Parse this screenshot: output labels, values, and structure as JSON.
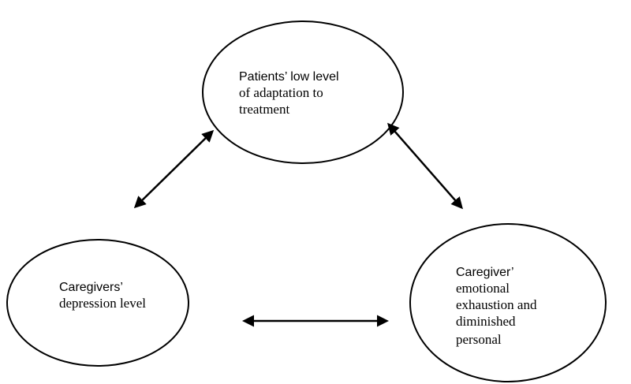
{
  "nodes": {
    "top": {
      "lines": [
        "Patients’ low level",
        "of adaptation to",
        "treatment"
      ]
    },
    "left": {
      "lines": [
        "Caregivers’",
        "depression level"
      ]
    },
    "right": {
      "lines": [
        "Caregiver’",
        "emotional",
        "exhaustion and",
        "diminished",
        "personal"
      ]
    }
  },
  "connectors": [
    {
      "from": "top",
      "to": "left",
      "direction": "bidirectional"
    },
    {
      "from": "top",
      "to": "right",
      "direction": "bidirectional"
    },
    {
      "from": "left",
      "to": "right",
      "direction": "bidirectional"
    }
  ]
}
